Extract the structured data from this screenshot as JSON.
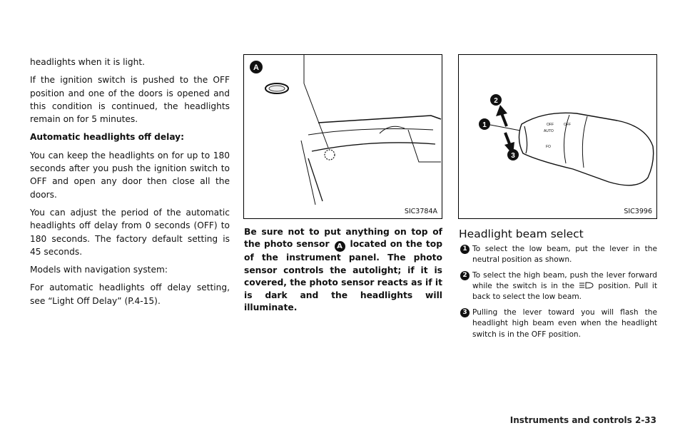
{
  "left_column": {
    "p1": "headlights when it is light.",
    "p2": "If the ignition switch is pushed to the OFF position and one of the doors is opened and this condition is continued, the headlights remain on for 5 minutes.",
    "heading": "Automatic headlights off delay:",
    "p3": "You can keep the headlights on for up to 180 seconds after you push the ignition switch to OFF and open any door then close all the doors.",
    "p4": "You can adjust the period of the automatic headlights off delay from 0 seconds (OFF) to 180 seconds. The factory default setting is 45 seconds.",
    "p5": "Models with navigation system:",
    "p6": "For automatic headlights off delay setting, see “Light Off Delay” (P.4-15)."
  },
  "figure1": {
    "code": "SIC3784A",
    "marker": "A"
  },
  "figure2": {
    "code": "SIC3996",
    "markers": [
      "1",
      "2",
      "3"
    ],
    "switch_labels": [
      "OFF",
      "AUTO",
      "OFF",
      "FO"
    ]
  },
  "warning": {
    "part1": "Be sure not to put anything on top of the photo sensor",
    "marker": "A",
    "part2": "located on the top of the instrument panel. The photo sensor controls the autolight; if it is covered, the photo sensor reacts as if it is dark and the headlights will illuminate."
  },
  "beam_section": {
    "title": "Headlight beam select",
    "items": [
      {
        "num": "1",
        "text": "To select the low beam, put the lever in the neutral position as shown."
      },
      {
        "num": "2",
        "text_a": "To select the high beam, push the lever forward while the switch is in the",
        "text_b": "position. Pull it back to select the low beam."
      },
      {
        "num": "3",
        "text": "Pulling the lever toward you will flash the headlight high beam even when the headlight switch is in the OFF position."
      }
    ]
  },
  "footer": {
    "text": "Instruments and controls   2-33"
  }
}
